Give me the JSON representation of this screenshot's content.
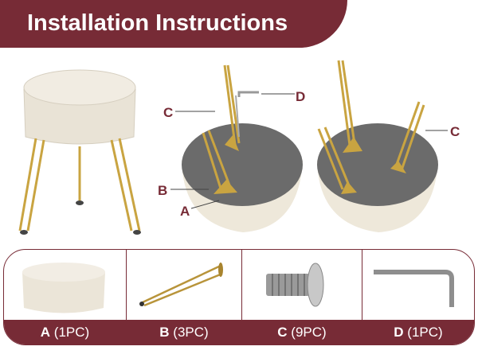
{
  "header": {
    "title": "Installation Instructions"
  },
  "callouts": {
    "a": "A",
    "b": "B",
    "c_left": "C",
    "c_right": "C",
    "d": "D"
  },
  "parts": [
    {
      "letter": "A",
      "qty": "(1PC)"
    },
    {
      "letter": "B",
      "qty": "(3PC)"
    },
    {
      "letter": "C",
      "qty": "(9PC)"
    },
    {
      "letter": "D",
      "qty": "(1PC)"
    }
  ],
  "colors": {
    "brand": "#772b36",
    "gold": "#c9a441",
    "cushion": "#ece6da"
  }
}
